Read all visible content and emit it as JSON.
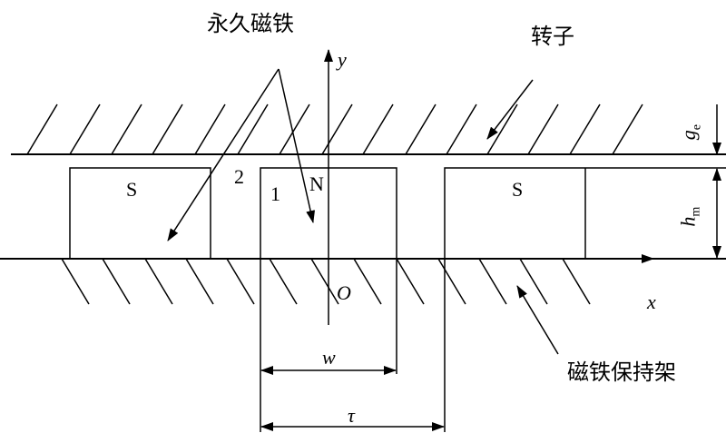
{
  "labels": {
    "permanent_magnet": "永久磁铁",
    "rotor": "转子",
    "magnet_holder": "磁铁保持架",
    "y_axis": "y",
    "x_axis": "x",
    "origin": "O",
    "width": "w",
    "pitch": "τ",
    "point_2": "2",
    "point_1": "1",
    "pole_n": "N",
    "pole_s_left": "S",
    "pole_s_right": "S",
    "gap": "g",
    "gap_sub": "e",
    "height": "h",
    "height_sub": "m"
  }
}
